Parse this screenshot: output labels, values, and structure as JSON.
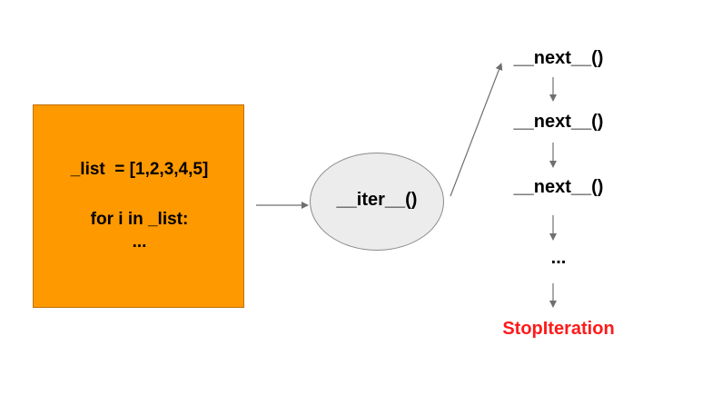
{
  "code": {
    "line1": "_list  = [1,2,3,4,5]",
    "line2": "for i in _list:",
    "line3": "..."
  },
  "iter": {
    "label": "__iter__()"
  },
  "sequence": {
    "next1": "__next__()",
    "next2": "__next__()",
    "next3": "__next__()",
    "ellipsis": "...",
    "stop": "StopIteration"
  },
  "colors": {
    "code_box_fill": "#ff9900",
    "iter_circle_fill": "#ececec",
    "stop_text": "#ff1a1a",
    "arrow": "#6f6f6f"
  }
}
